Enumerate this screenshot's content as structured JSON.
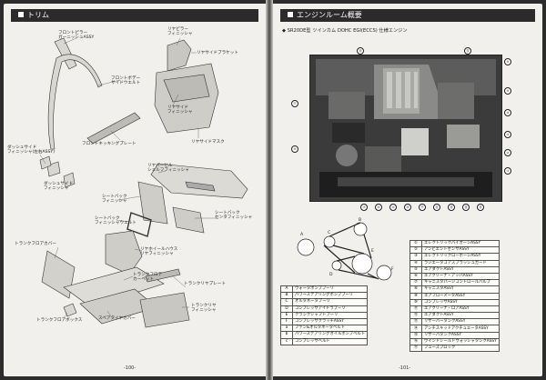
{
  "left_page": {
    "header": "トリム",
    "page_number": "-100-",
    "labels": {
      "front_pillar": "フロントピラー\nガーニッシュASSY",
      "rear_pillar": "リヤピラー\nフィニッシャ",
      "rear_side_bracket": "リヤサイドブラケット",
      "front_body": "フロントボデー\nサイドウエルト",
      "rear_side_finisher": "リヤサイド\nフィニッシャ",
      "front_kicking": "フロントキッキングプレート",
      "rear_side_mask": "リヤサイドマスク",
      "dash_side": "ダッシュサイド\nフィニッシャ(左右ASSY)",
      "dash_side_fin": "ダッシュサイド\nフィニッシャ",
      "rear_parcel": "リヤパーセル\nシェルフフィニッシャ",
      "seatback": "シートバック\nフィニッシャ",
      "seatback_center": "シートバック\nセンタフィニッシャ",
      "seatback_weltr": "シートバック\nフィニッシャウエルト",
      "trunk_floor_cover": "トランクフロアカバー",
      "rear_wheel_house": "リヤホイールハウス\nリヤフィニッシャ",
      "trunk_floor_carpet": "トランクフロア\nカーペット",
      "trunk_side": "トランクリヤプレート",
      "trunk_rear": "トランクリヤ\nフィニッシャ",
      "trunk_floor_box": "トランクフロアボックス",
      "spare_cover": "スペアタイヤカバー"
    }
  },
  "right_page": {
    "header": "エンジンルーム概要",
    "page_number": "-101-",
    "subtitle": "◆ SR20DE型 ツインカム DOHC EGI(ECCS) 仕様エンジン",
    "photo_callouts_top": [
      "⑬",
      "⑫"
    ],
    "photo_callouts_left": [
      "⑪",
      "⑩"
    ],
    "photo_callouts_right": [
      "⑥",
      "⑤",
      "④",
      "③",
      "②",
      "①"
    ],
    "photo_callouts_bottom": [
      "⑦",
      "⑧",
      "⑨",
      "⑩",
      "⑪",
      "⑫",
      "⑬",
      "⑭",
      "⑮"
    ],
    "pulley_letters": [
      "A",
      "B",
      "C",
      "D",
      "E",
      "F"
    ],
    "belt_legend": [
      {
        "key": "A",
        "text": "ウォータポンププーリ"
      },
      {
        "key": "B",
        "text": "パワーステアリングポンププーリ"
      },
      {
        "key": "C",
        "text": "オルタネータプーリ"
      },
      {
        "key": "D",
        "text": "コンプレッサアイドラプーリ"
      },
      {
        "key": "E",
        "text": "クランクシャフトプーリ"
      },
      {
        "key": "F",
        "text": "コンプレッサクラッチASSY"
      },
      {
        "key": "a",
        "text": "ファン&オルタネータベルト"
      },
      {
        "key": "b",
        "text": "パワーステアリングオイルポンプベルト"
      },
      {
        "key": "c",
        "text": "コンプレッサベルト"
      }
    ],
    "parts_legend": [
      {
        "key": "①",
        "text": "エレクトリックパイオーンASSY"
      },
      {
        "key": "②",
        "text": "アンビエントセンサASSY"
      },
      {
        "key": "③",
        "text": "エレクトリックローホーンASSY"
      },
      {
        "key": "④",
        "text": "ラジエータコアスプラッシュガード"
      },
      {
        "key": "⑤",
        "text": "エアダクトASSY"
      },
      {
        "key": "⑥",
        "text": "エアクリーナ・アッパASSY"
      },
      {
        "key": "⑦",
        "text": "キャニスタパージコントロールバルブ"
      },
      {
        "key": "⑧",
        "text": "キャニスタASSY"
      },
      {
        "key": "⑨",
        "text": "エアフローメータASSY"
      },
      {
        "key": "⑩",
        "text": "コンプレッサASSY"
      },
      {
        "key": "⑪",
        "text": "エアクリーナ・ロアASSY"
      },
      {
        "key": "⑫",
        "text": "エアダクトASSY"
      },
      {
        "key": "⑬",
        "text": "リザーバータンクASSY"
      },
      {
        "key": "⑭",
        "text": "アンチスキッドアクチュエータASSY"
      },
      {
        "key": "⑮",
        "text": "リザーバタンクASSY"
      },
      {
        "key": "⑯",
        "text": "ウインドシールドウォッシャタンクASSY"
      },
      {
        "key": "⑰",
        "text": "フューズブロック"
      }
    ]
  }
}
